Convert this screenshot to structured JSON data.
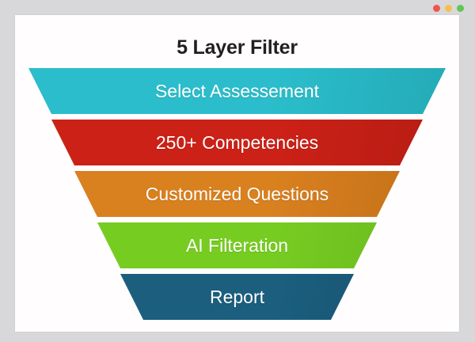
{
  "window": {
    "controls": [
      {
        "name": "close",
        "color": "#f0544c"
      },
      {
        "name": "minimize",
        "color": "#f5bf4f"
      },
      {
        "name": "maximize",
        "color": "#62c554"
      }
    ]
  },
  "slide": {
    "title": "5 Layer Filter",
    "background": "#fffdfd",
    "page_background": "#d8d8da",
    "funnel": {
      "layers": [
        {
          "label": "Select Assessement",
          "color": "#2bbdcb",
          "shade": "#24a9b6"
        },
        {
          "label": "250+ Competencies",
          "color": "#cc2117",
          "shade": "#b51c13"
        },
        {
          "label": "Customized Questions",
          "color": "#d9801f",
          "shade": "#c06e18"
        },
        {
          "label": "AI Filteration",
          "color": "#77cc22",
          "shade": "#68b61d"
        },
        {
          "label": "Report",
          "color": "#1b5e7e",
          "shade": "#17516d"
        }
      ]
    }
  }
}
